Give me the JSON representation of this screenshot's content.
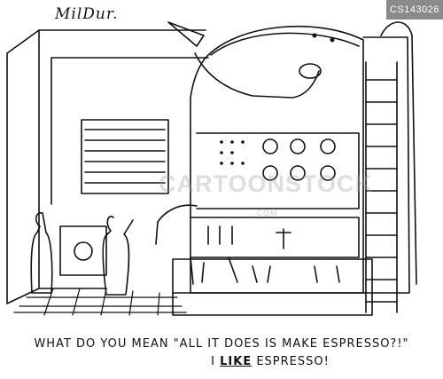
{
  "cartoon": {
    "signature": "MilDur.",
    "badge_id": "CS143026",
    "watermark": "CARTOONSTOCK",
    "watermark_sub": ".COM",
    "caption_line1": "what do you mean \"all it does is make espresso?!\"",
    "caption_line2_pre": "i ",
    "caption_line2_emph": "like",
    "caption_line2_post": " espresso!"
  }
}
